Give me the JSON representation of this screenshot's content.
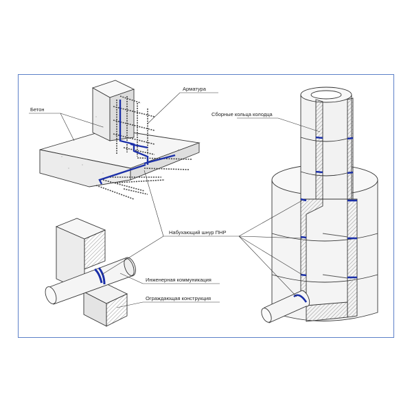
{
  "labels": {
    "beton": "Бетон",
    "armatura": "Арматура",
    "rings": "Сборные кольца колодца",
    "cord": "Набухающий шнур ПНР",
    "utility": "Инженерная коммуникация",
    "wall": "Ограждающая конструкция"
  },
  "colors": {
    "frame": "#5b7fc7",
    "cord": "#1a2fa8",
    "line": "#333333",
    "hatch": "#666666"
  }
}
